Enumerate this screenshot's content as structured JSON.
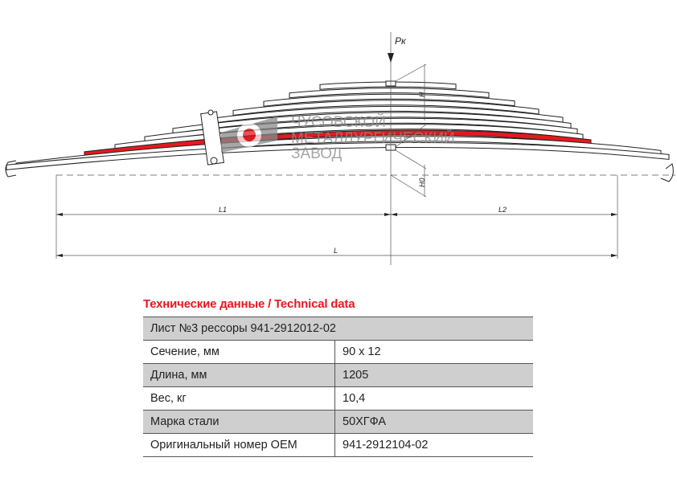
{
  "drawing": {
    "load_label": "Pк",
    "height_label": "H",
    "height0_label": "H0",
    "l1_label": "L1",
    "l2_label": "L2",
    "l_label": "L",
    "watermark": [
      "ЧУСОВСКОЙ",
      "МЕТАЛЛУРГИЧЕСКИЙ",
      "ЗАВОД"
    ],
    "highlight_color": "#e3191f"
  },
  "spec": {
    "title": "Технические данные / Technical data",
    "header": "Лист №3 рессоры 941-2912012-02",
    "rows": [
      {
        "label": "Сечение, мм",
        "value": "90 х 12"
      },
      {
        "label": "Длина, мм",
        "value": "1205"
      },
      {
        "label": "Вес, кг",
        "value": "10,4"
      },
      {
        "label": "Марка стали",
        "value": "50ХГФА"
      },
      {
        "label": "Оригинальный номер OEM",
        "value": "941-2912104-02"
      }
    ]
  }
}
